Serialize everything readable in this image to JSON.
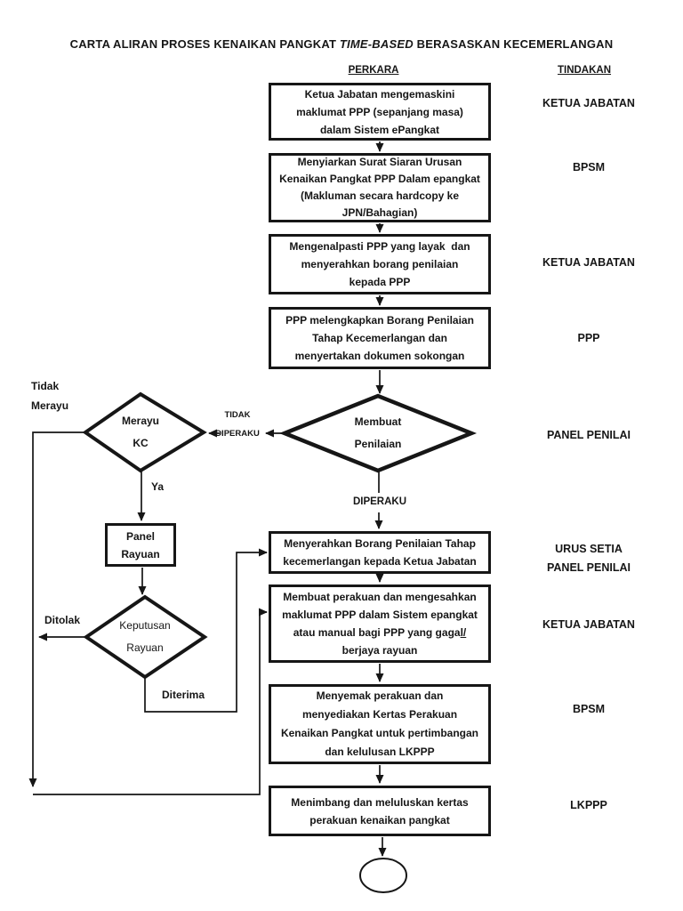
{
  "title": {
    "prefix": "CARTA ALIRAN PROSES KENAIKAN PANGKAT ",
    "italic": "TIME-BASED",
    "suffix": " BERASASKAN KECEMERLANGAN"
  },
  "columns": {
    "perkara": "PERKARA",
    "tindakan": "TINDAKAN"
  },
  "flow": {
    "boxes": [
      {
        "lines": [
          "Ketua Jabatan mengemaskini",
          "maklumat PPP (sepanjang masa)",
          "dalam Sistem ePangkat"
        ]
      },
      {
        "lines": [
          "Menyiarkan Surat Siaran Urusan",
          "Kenaikan Pangkat PPP Dalam epangkat",
          "(Makluman secara hardcopy ke",
          "JPN/Bahagian)"
        ]
      },
      {
        "lines": [
          "Mengenalpasti PPP yang layak  dan",
          "menyerahkan borang penilaian",
          "kepada PPP"
        ]
      },
      {
        "lines": [
          "PPP melengkapkan Borang Penilaian",
          "Tahap Kecemerlangan dan",
          "menyertakan dokumen sokongan"
        ]
      },
      {
        "lines": [
          "Menyerahkan Borang Penilaian Tahap",
          "kecemerlangan kepada Ketua Jabatan"
        ]
      },
      {
        "lines": [
          "Membuat perakuan dan mengesahkan",
          "maklumat PPP dalam Sistem epangkat"
        ],
        "line3_pre": "atau manual bagi PPP yang gaga",
        "line3_underlined": "l/",
        "line4": "berjaya rayuan"
      },
      {
        "lines": [
          "Menyemak perakuan dan",
          "menyediakan Kertas Perakuan",
          "Kenaikan Pangkat untuk pertimbangan",
          "dan kelulusan LKPPP"
        ]
      },
      {
        "lines": [
          "Menimbang dan meluluskan kertas",
          "perakuan kenaikan pangkat"
        ]
      }
    ],
    "subprocess": {
      "label": "Panel\nRayuan"
    },
    "decisions": [
      {
        "label": "Membuat\nPenilaian"
      },
      {
        "label": "Merayu\nKC"
      },
      {
        "label": "Keputusan\nRayuan"
      }
    ],
    "edge_labels": {
      "tidak_merayu": "Tidak\nMerayu",
      "tidak_diperaku": "TIDAK\nDIPERAKU",
      "diperaku": "DIPERAKU",
      "ya": "Ya",
      "ditolak": "Ditolak",
      "diterima": "Diterima"
    }
  },
  "actions": [
    {
      "label": "KETUA JABATAN"
    },
    {
      "label": "BPSM"
    },
    {
      "label": "KETUA JABATAN"
    },
    {
      "label": "PPP"
    },
    {
      "label": "PANEL PENILAI"
    },
    {
      "label": "URUS SETIA\nPANEL PENILAI"
    },
    {
      "label": "KETUA JABATAN"
    },
    {
      "label": "BPSM"
    },
    {
      "label": "LKPPP"
    }
  ]
}
